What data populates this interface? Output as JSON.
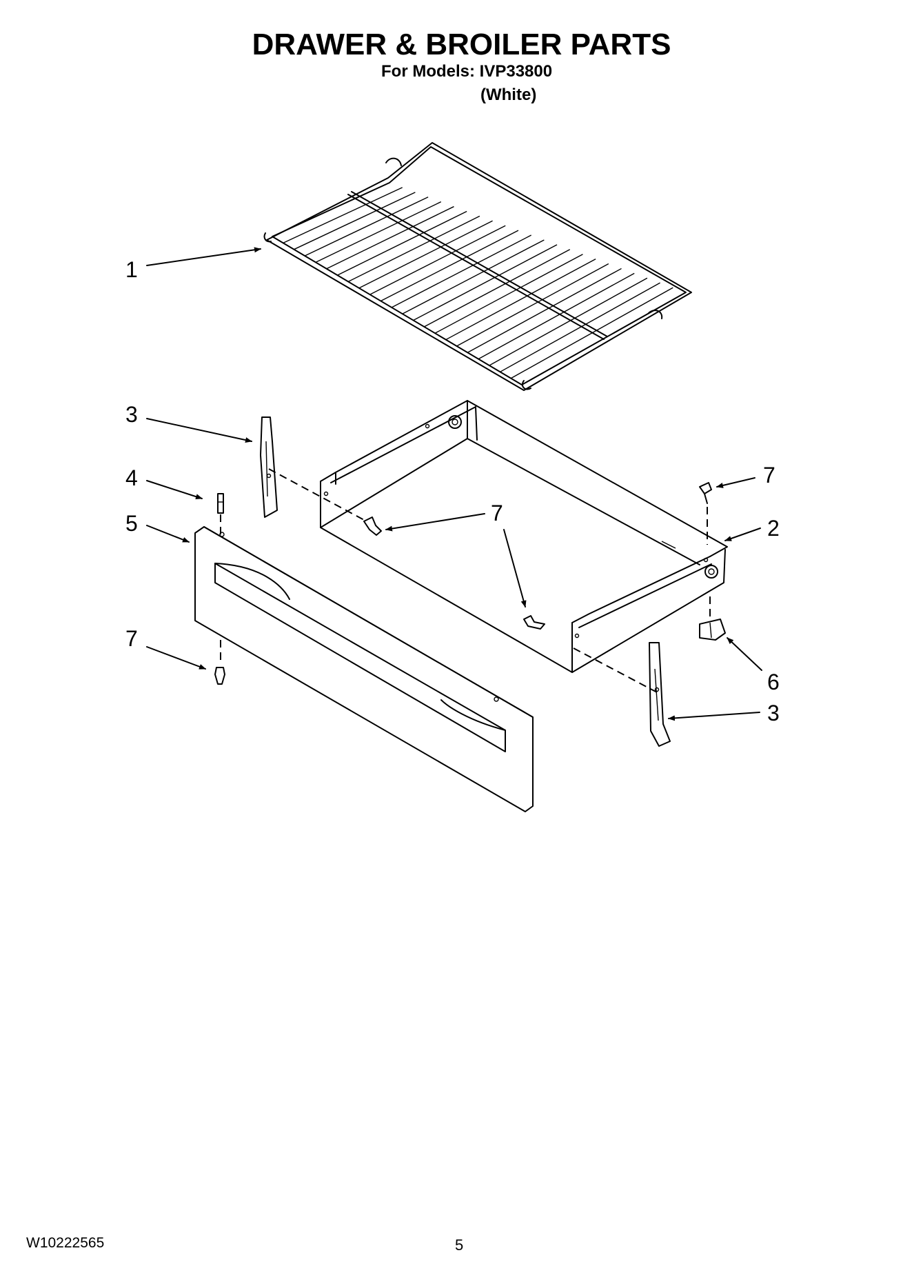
{
  "header": {
    "title": "DRAWER & BROILER PARTS",
    "models_line": "For Models: IVP33800",
    "color_line": "(White)"
  },
  "callouts": {
    "broiler_pan_rack": "1",
    "drawer_pan": "2",
    "glide_left": "3",
    "glide_right": "3",
    "stud_4": "4",
    "drawer_front": "5",
    "stop_6": "6",
    "screw_top_right": "7",
    "screw_center": "7",
    "screw_front_bottom": "7"
  },
  "footer": {
    "doc_number": "W10222565",
    "page_number": "5"
  },
  "colors": {
    "ink": "#000000",
    "paper": "#ffffff"
  }
}
